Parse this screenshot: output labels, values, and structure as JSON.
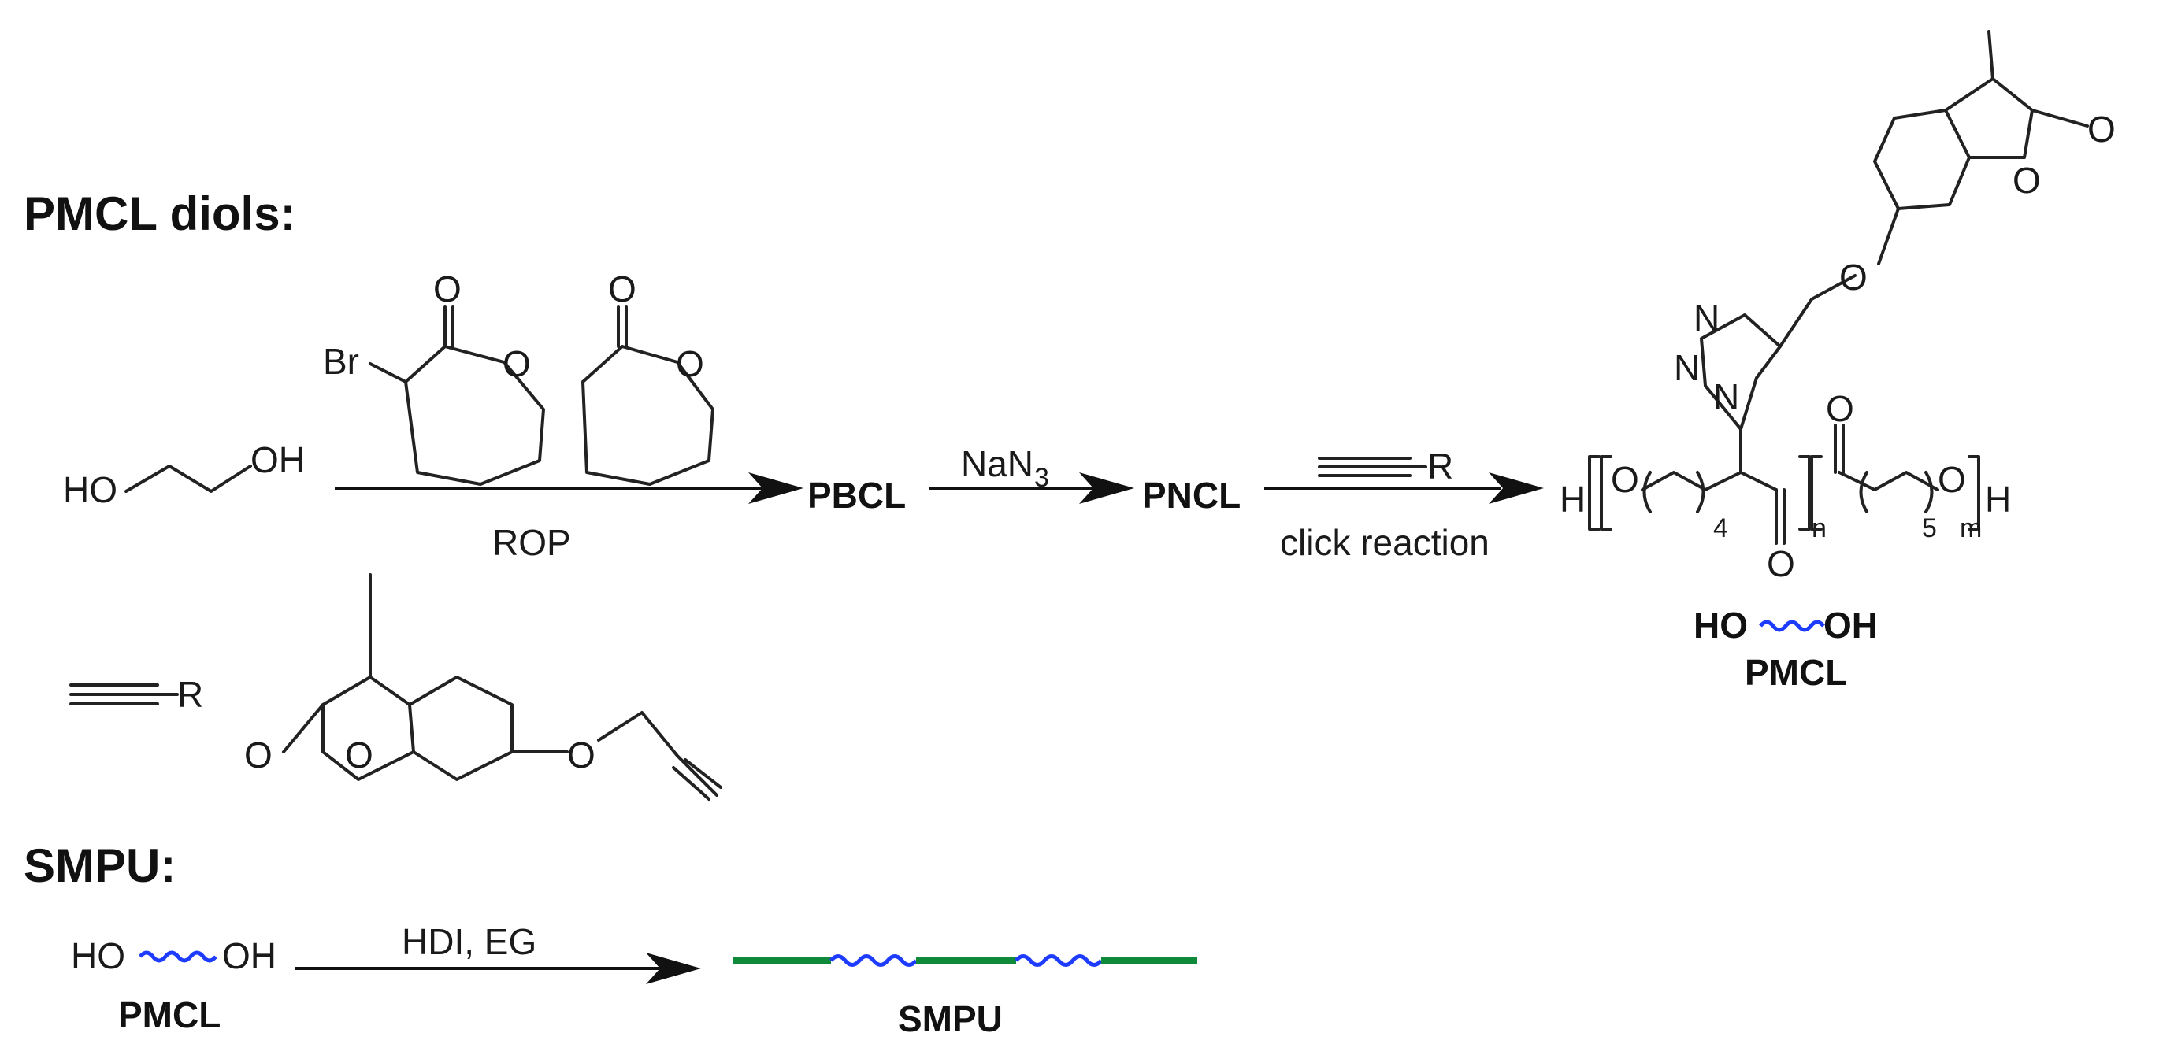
{
  "sections": {
    "pmcl_title": "PMCL diols:",
    "smpu_title": "SMPU:"
  },
  "reactants": {
    "diol_ho": "HO",
    "diol_oh": "OH",
    "bromo": "Br",
    "alkyne_r": "R",
    "ring_o": "O"
  },
  "steps": {
    "rop": "ROP",
    "nan3": "NaN",
    "nan3_sub": "3",
    "click_r": "R",
    "click": "click reaction",
    "hdi": "HDI, EG"
  },
  "intermediates": {
    "pbcl": "PBCL",
    "pncl": "PNCL"
  },
  "product": {
    "h_left": "H",
    "h_right": "H",
    "n_label": "n",
    "m_label": "m",
    "sub4": "4",
    "sub5": "5",
    "triazole_n": "N",
    "ho": "HO",
    "oh": "OH",
    "name": "PMCL"
  },
  "smpu_row": {
    "ho": "HO",
    "oh": "OH",
    "pmcl": "PMCL",
    "smpu": "SMPU"
  },
  "colors": {
    "soft_segment": "#1e3cff",
    "hard_segment": "#0f8a3a"
  }
}
